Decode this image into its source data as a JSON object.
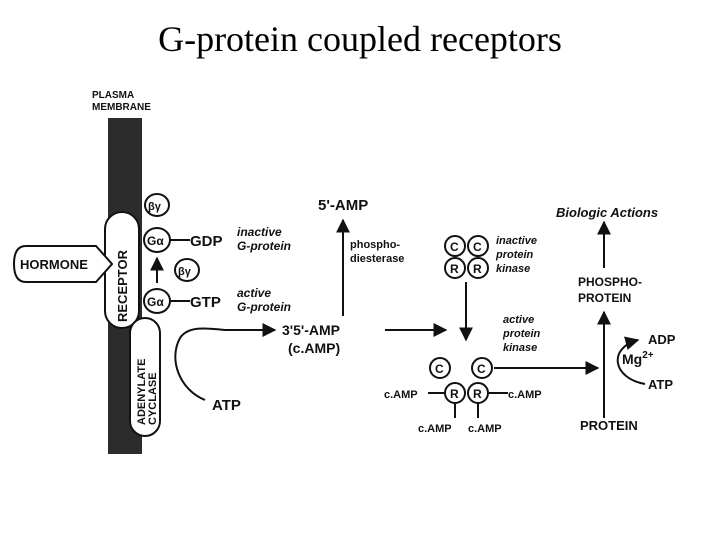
{
  "title": "G-protein coupled receptors",
  "diagram": {
    "membrane": [
      "PLASMA",
      "MEMBRANE"
    ],
    "hormone": "HORMONE",
    "receptor": "RECEPTOR",
    "adenylate_cyclase": [
      "ADENYLATE",
      "CYCLASE"
    ],
    "beta_gamma": "βγ",
    "g_alpha": "Gα",
    "gdp": "GDP",
    "gtp": "GTP",
    "inactive_g_protein": [
      "inactive",
      "G-protein"
    ],
    "active_g_protein": [
      "active",
      "G-protein"
    ],
    "five_amp": "5'-AMP",
    "phosphodiesterase": [
      "phospho-",
      "diesterase"
    ],
    "camp_main": [
      "3'5'-AMP",
      "(c.AMP)"
    ],
    "atp_left": "ATP",
    "subunit_c": "C",
    "subunit_r": "R",
    "inactive_kinase": [
      "inactive",
      "protein",
      "kinase"
    ],
    "active_kinase": [
      "active",
      "protein",
      "kinase"
    ],
    "camp": "c.AMP",
    "biologic_actions": "Biologic Actions",
    "phosphoprotein": [
      "PHOSPHO-",
      "PROTEIN"
    ],
    "adp": "ADP",
    "mg": "Mg",
    "mg_charge": "2+",
    "atp_right": "ATP",
    "protein": "PROTEIN"
  }
}
